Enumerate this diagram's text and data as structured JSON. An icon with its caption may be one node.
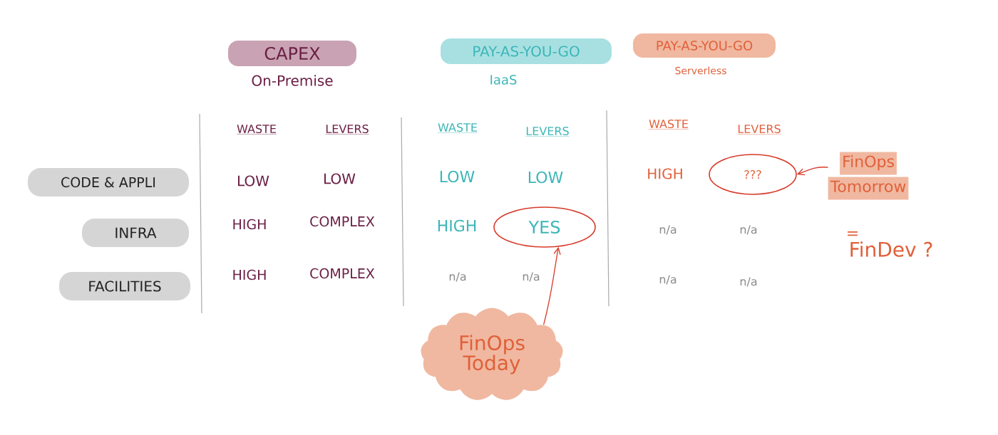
{
  "diagram": {
    "nodes": [
      {
        "text": [
          "CAPEX",
          "On-Premise"
        ]
      },
      {
        "text": [
          "PAY-AS-YOU-GO",
          "IaaS"
        ]
      },
      {
        "text": [
          "PAY-AS-YOU-GO",
          "Serverless"
        ]
      },
      {
        "text": [
          "CODE & APPLI"
        ]
      },
      {
        "text": [
          "???"
        ]
      },
      {
        "text": [
          "FinOps",
          "Tomorrow"
        ]
      },
      {
        "text": [
          "YES"
        ]
      },
      {
        "text": [
          "INFRA"
        ]
      },
      {
        "text": [
          "FACILITIES"
        ]
      },
      {
        "text": [
          "FinOps Today"
        ]
      }
    ],
    "edges": [
      {
        "from": 9,
        "to": 6,
        "arrow": "to"
      },
      {
        "from": 5,
        "to": 4,
        "arrow": "to"
      }
    ],
    "labels": [
      "WASTE",
      "LEVERS",
      "WASTE",
      "LEVERS",
      "WASTE",
      "LEVERS",
      "LOW",
      "LOW",
      "LOW",
      "LOW",
      "HIGH",
      "HIGH",
      "COMPLEX",
      "HIGH",
      "n/a",
      "n/a",
      "HIGH",
      "COMPLEX",
      "n/a",
      "n/a",
      "n/a",
      "n/a",
      "=",
      "FinDev ?"
    ]
  }
}
